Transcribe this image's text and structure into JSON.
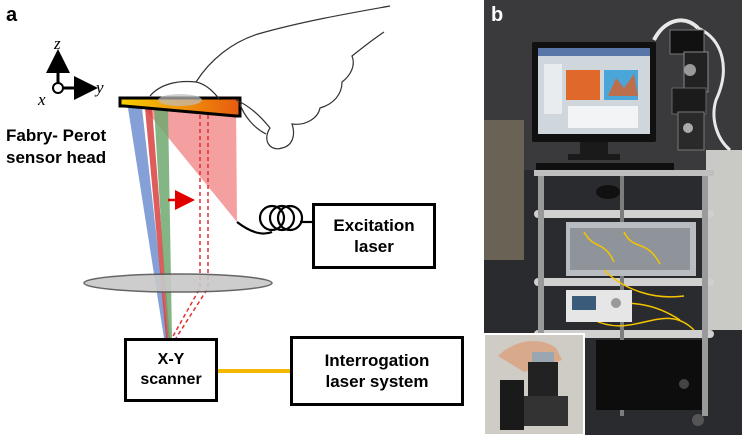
{
  "panel_a": {
    "label": "a",
    "axes": {
      "z": "z",
      "y": "y",
      "x": "x"
    },
    "sensor_label_line1": "Fabry- Perot",
    "sensor_label_line2": "sensor head",
    "excitation_line1": "Excitation",
    "excitation_line2": "laser",
    "scanner_line1": "X-Y",
    "scanner_line2": "scanner",
    "interrogation_line1": "Interrogation",
    "interrogation_line2": "laser system",
    "colors": {
      "excitation_beam": "#f08080",
      "blue_beam": "#6f8fcf",
      "green_beam": "#6fa86f",
      "red_beam": "#d94040",
      "dashed_beam": "#e03030",
      "arrow": "#e00000",
      "fiber_link": "#f5b800",
      "sensor_gradient_start": "#f7d000",
      "sensor_gradient_end": "#e85a10",
      "lens": "#c8c8c8"
    }
  },
  "panel_b": {
    "label": "b"
  }
}
